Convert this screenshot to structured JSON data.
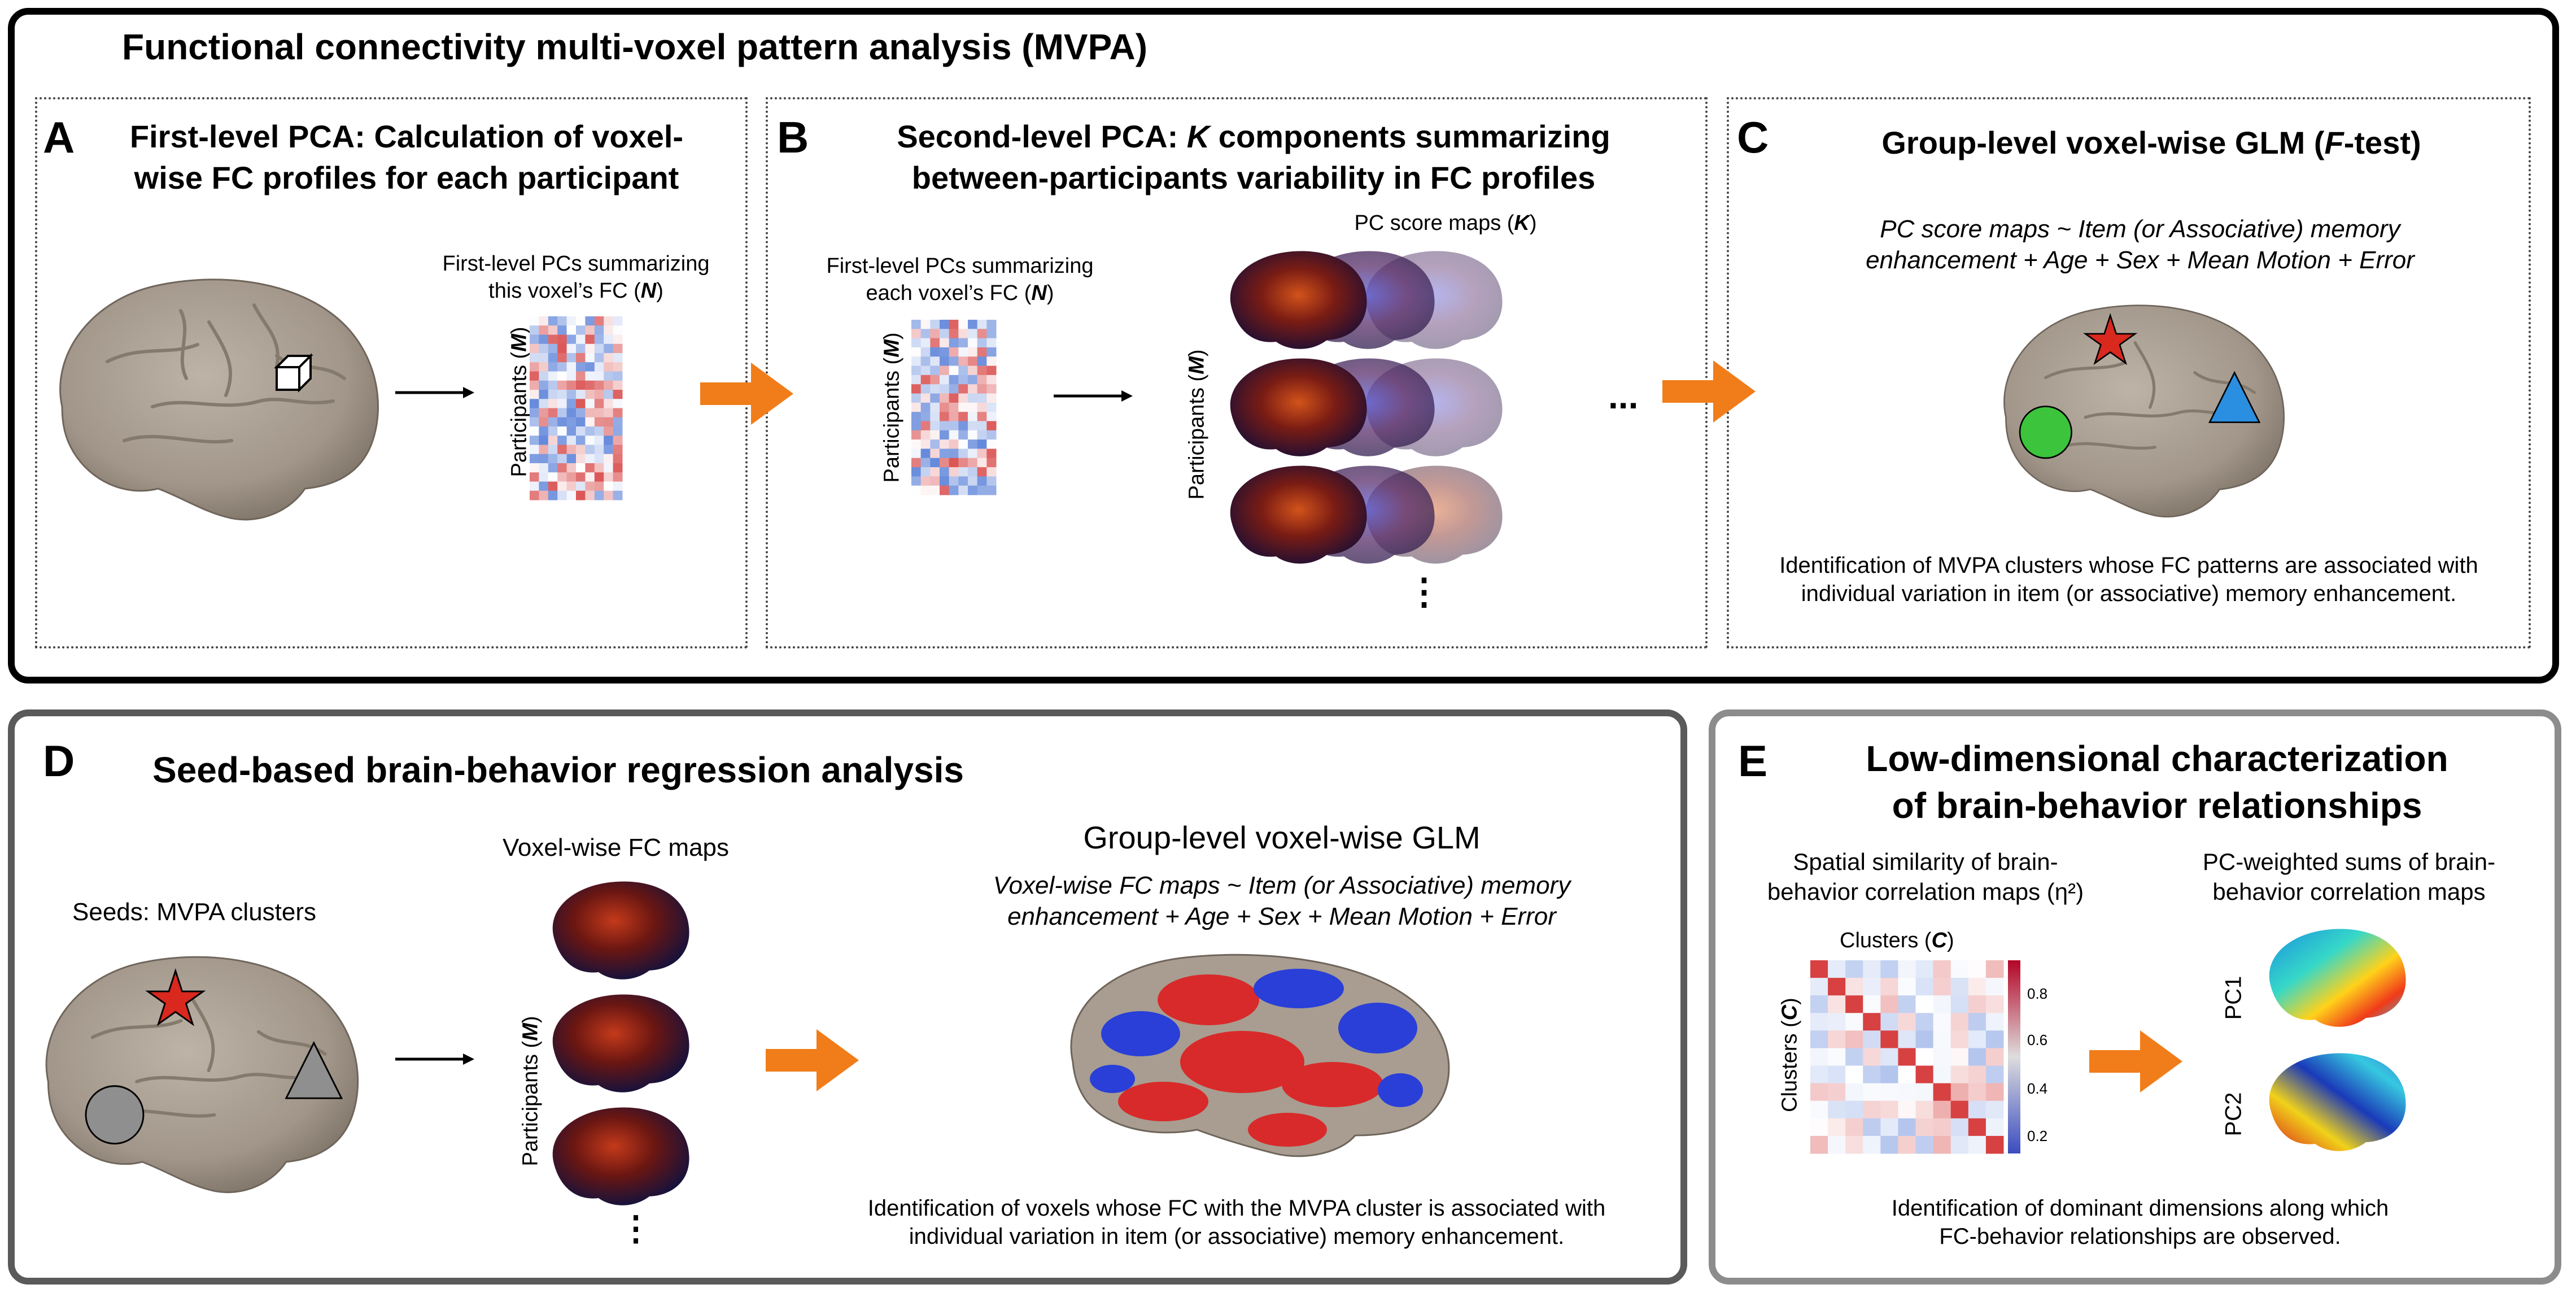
{
  "main_title": "Functional connectivity multi-voxel pattern analysis (MVPA)",
  "panel_a": {
    "letter": "A",
    "title_line1": "First-level PCA: Calculation of voxel-",
    "title_line2": "wise FC profiles for each participant",
    "matrix_caption_line1": "First-level PCs summarizing",
    "matrix_caption_line2": "this voxel’s FC (",
    "matrix_caption_var": "N",
    "matrix_caption_end": ")",
    "y_label": "Participants (",
    "y_label_var": "M",
    "y_label_end": ")"
  },
  "panel_b": {
    "letter": "B",
    "title_line1_pre": "Second-level PCA: ",
    "title_line1_var": "K",
    "title_line1_post": " components summarizing",
    "title_line2": "between-participants variability in FC profiles",
    "matrix_caption_line1": "First-level PCs summarizing",
    "matrix_caption_line2": "each voxel’s FC (",
    "matrix_caption_var": "N",
    "matrix_caption_end": ")",
    "y_label": "Participants (",
    "y_label_var": "M",
    "y_label_end": ")",
    "maps_caption": "PC score maps (",
    "maps_caption_var": "K",
    "maps_caption_end": ")",
    "maps_y_label": "Participants (",
    "maps_y_label_var": "M",
    "maps_y_label_end": ")",
    "ellipsis_h": "...",
    "ellipsis_v": "⋮"
  },
  "panel_c": {
    "letter": "C",
    "title_pre": "Group-level voxel-wise GLM (",
    "title_var": "F",
    "title_post": "-test)",
    "formula_line1": "PC score maps ~ Item (or Associative) memory",
    "formula_line2": "enhancement + Age + Sex + Mean Motion + Error",
    "desc_line1": "Identification of MVPA clusters whose FC patterns are associated with",
    "desc_line2": "individual variation in item (or associative) memory enhancement."
  },
  "panel_d": {
    "letter": "D",
    "title": "Seed-based brain-behavior regression analysis",
    "seeds_label": "Seeds: MVPA clusters",
    "fc_maps_label": "Voxel-wise FC maps",
    "y_label": "Participants (",
    "y_label_var": "M",
    "y_label_end": ")",
    "glm_title": "Group-level voxel-wise GLM",
    "formula_line1": "Voxel-wise FC maps ~ Item (or Associative) memory",
    "formula_line2": "enhancement + Age + Sex + Mean Motion + Error",
    "desc_line1": "Identification of voxels whose FC with the MVPA cluster is associated with",
    "desc_line2": "individual variation in item (or associative) memory enhancement.",
    "ellipsis_v": "⋮"
  },
  "panel_e": {
    "letter": "E",
    "title_line1": "Low-dimensional characterization",
    "title_line2": "of brain-behavior relationships",
    "left_caption_line1": "Spatial similarity of brain-",
    "left_caption_line2": "behavior correlation maps (η²)",
    "clusters_label": "Clusters (",
    "clusters_var": "C",
    "clusters_end": ")",
    "colorbar_ticks": [
      "0.8",
      "0.6",
      "0.4",
      "0.2"
    ],
    "right_caption_line1": "PC-weighted sums of brain-",
    "right_caption_line2": "behavior correlation maps",
    "pc1_label": "PC1",
    "pc2_label": "PC2",
    "desc_line1": "Identification of dominant dimensions along which",
    "desc_line2": "FC-behavior relationships are observed."
  },
  "colors": {
    "arrow_orange": "#f07d1a",
    "star_red": "#d9281e",
    "circle_green": "#3cc43c",
    "triangle_blue": "#2a8fe0",
    "seed_gray": "#8f8f8f",
    "brain_base": "#a89d90"
  }
}
